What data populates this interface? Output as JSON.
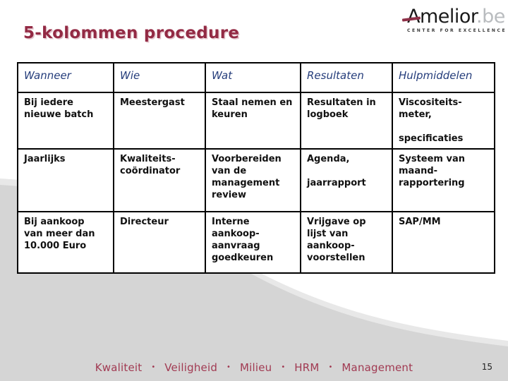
{
  "slide": {
    "title": "5-kolommen procedure",
    "page_number": "15"
  },
  "logo": {
    "name": "Amelior",
    "domain": ".be",
    "tagline": "CENTER FOR EXCELLENCE"
  },
  "table": {
    "headers": [
      "Wanneer",
      "Wie",
      "Wat",
      "Resultaten",
      "Hulpmiddelen"
    ],
    "rows": [
      [
        "Bij iedere\nnieuwe batch",
        "Meestergast",
        "Staal nemen en\nkeuren",
        "Resultaten in\nlogboek",
        "Viscositeits-\nmeter,\n\nspecificaties"
      ],
      [
        "Jaarlijks",
        "Kwaliteits-\ncoördinator",
        "Voorbereiden\nvan de\nmanagement\nreview",
        "Agenda,\n\njaarrapport",
        "Systeem van\nmaand-\nrapportering"
      ],
      [
        "Bij aankoop\nvan meer dan\n10.000 Euro",
        "Directeur",
        "Interne\naankoop-\naanvraag\ngoedkeuren",
        "Vrijgave op\nlijst van\naankoop-\nvoorstellen",
        "SAP/MM"
      ]
    ]
  },
  "footer": {
    "items": [
      "Kwaliteit",
      "Veiligheid",
      "Milieu",
      "HRM",
      "Management"
    ],
    "separator": "•"
  },
  "colors": {
    "title_maroon": "#932a44",
    "header_navy": "#253d7b",
    "swoosh_gray": "#d5d5d5",
    "swoosh_light": "#e8e8e8",
    "footer_maroon": "#a13a52",
    "logo_accent": "#8e3048"
  }
}
